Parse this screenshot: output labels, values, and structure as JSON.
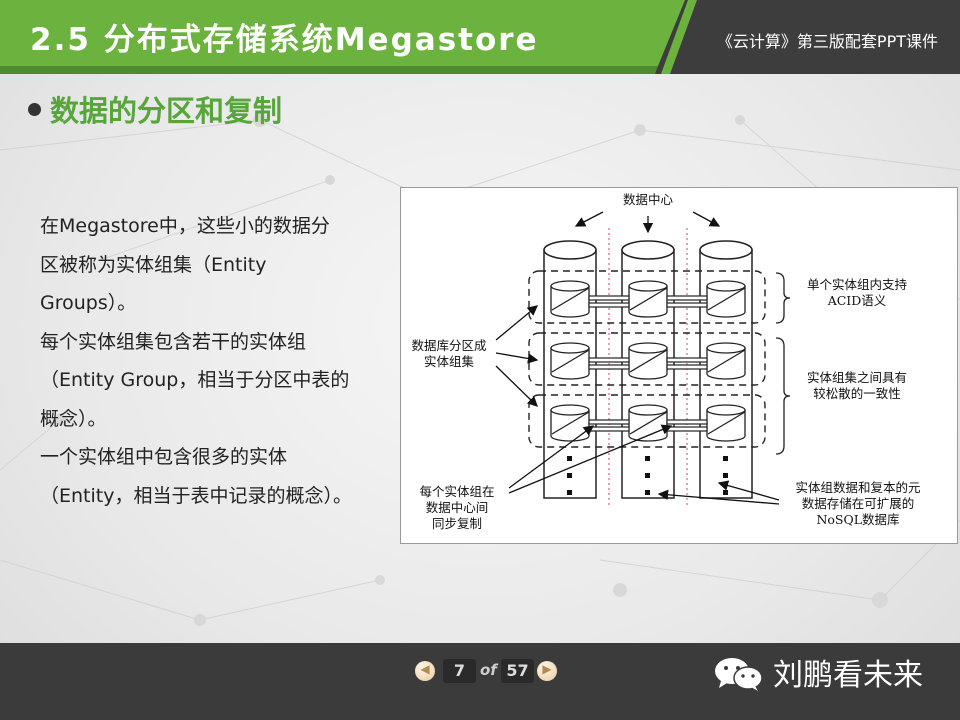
{
  "header": {
    "title": "2.5 分布式存储系统Megastore",
    "course": "《云计算》第三版配套PPT课件"
  },
  "section_heading": "数据的分区和复制",
  "body_lines": [
    "在Megastore中，这些小的数据分",
    "区被称为实体组集（Entity",
    "Groups）。",
    "每个实体组集包含若干的实体组",
    "（Entity Group，相当于分区中表的",
    "概念）。",
    "一个实体组中包含很多的实体",
    "（Entity，相当于表中记录的概念）。"
  ],
  "figure": {
    "top_label": "数据中心",
    "left_label_lines": [
      "数据库分区成",
      "实体组集"
    ],
    "bottom_left_label_lines": [
      "每个实体组在",
      "数据中心间",
      "同步复制"
    ],
    "right_label_1_lines": [
      "单个实体组内支持",
      "ACID语义"
    ],
    "right_label_2_lines": [
      "实体组集之间具有",
      "较松散的一致性"
    ],
    "right_label_3_lines": [
      "实体组数据和复本的元",
      "数据存储在可扩展的",
      "NoSQL数据库"
    ]
  },
  "footer": {
    "current_page": "7",
    "of_label": "of",
    "total_pages": "57",
    "prev_icon": "◀",
    "next_icon": "▶",
    "brand_name": "刘鹏看未来",
    "brand_icon": "wechat-icon"
  },
  "colors": {
    "accent_green": "#6bb33e",
    "heading_green": "#57a53b",
    "header_dark": "#3d3d3d",
    "footer_dark": "#3b3b3b"
  }
}
